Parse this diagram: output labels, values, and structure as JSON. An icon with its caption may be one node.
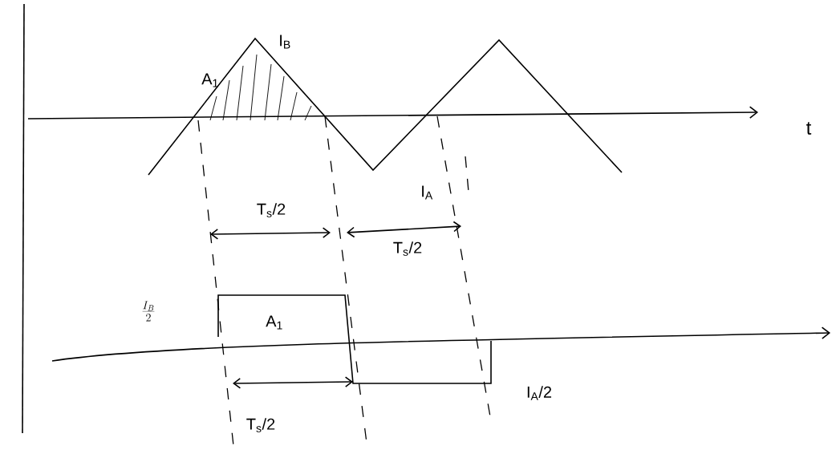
{
  "diagram": {
    "labels": [
      "A$_{1}$",
      "I$_{B}$",
      "t",
      "I$_{A}$",
      "T$_{s}$/2",
      "T$_{s}$/2",
      "\\frac{I_B}{2}",
      "A$_{1}$",
      "I$_{A}$/2",
      "T$_{s}$/2"
    ]
  }
}
